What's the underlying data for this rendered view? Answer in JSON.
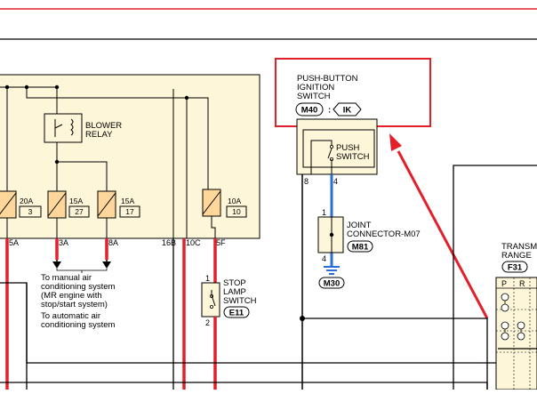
{
  "colors": {
    "power_wire": "#e0202a",
    "signal_wire": "#2a6fd6",
    "ground_wire": "#000000",
    "fuse_box_fill": "#fdf6d8",
    "fuse_fill": "#ffd79a",
    "connector_fill": "#fdf6d8",
    "highlight_box": "#e0202a",
    "arrow": "#e0202a",
    "ground_symbol": "#2a6fd6"
  },
  "blower_relay": {
    "line1": "BLOWER",
    "line2": "RELAY"
  },
  "fuses": [
    {
      "rating": "20A",
      "number": "3"
    },
    {
      "rating": "15A",
      "number": "27"
    },
    {
      "rating": "15A",
      "number": "17"
    },
    {
      "rating": "10A",
      "number": "10"
    }
  ],
  "terminals": [
    "5A",
    "3A",
    "8A",
    "16B",
    "10C",
    "5F"
  ],
  "notes": {
    "manual": [
      "To manual air",
      "conditioning system",
      "(MR engine with",
      "stop/start system)"
    ],
    "automatic": [
      "To automatic air",
      "conditioning system"
    ]
  },
  "stop_lamp_switch": {
    "line1": "STOP",
    "line2": "LAMP",
    "line3": "SWITCH",
    "connector": "E11",
    "pin_top": "1",
    "pin_bottom": "2"
  },
  "push_button_ignition": {
    "title1": "PUSH-BUTTON",
    "title2": "IGNITION",
    "title3": "SWITCH",
    "connector": "M40",
    "separator": ":",
    "code": "IK",
    "inner1": "PUSH",
    "inner2": "SWITCH",
    "pin_left": "8",
    "pin_right": "4"
  },
  "joint_connector": {
    "line1": "JOINT",
    "line2": "CONNECTOR-M07",
    "connector": "M81",
    "pin_top": "1",
    "pin_bottom": "4"
  },
  "ground": {
    "connector": "M30"
  },
  "transmission_range": {
    "line1": "TRANSM",
    "line2": "RANGE",
    "connector": "F31",
    "col_p": "P",
    "col_r": "R"
  }
}
